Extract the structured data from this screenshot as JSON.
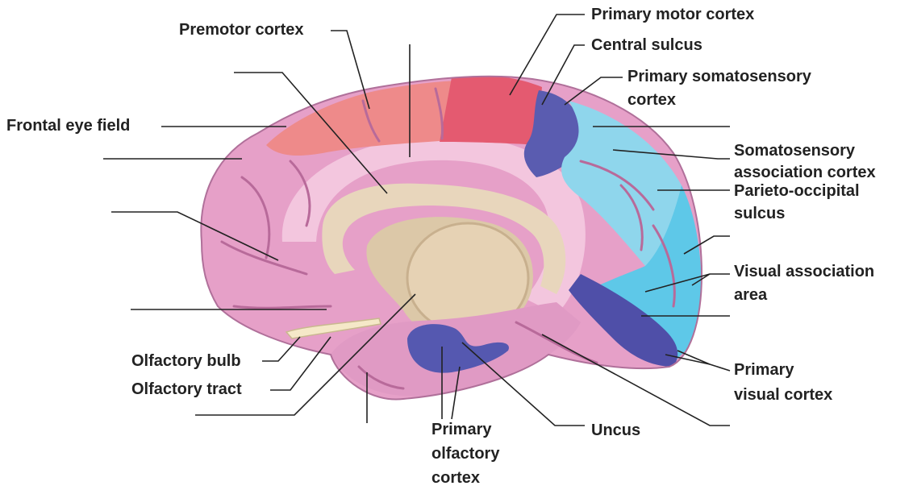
{
  "labels": {
    "premotor_cortex": "Premotor cortex",
    "primary_motor_cortex": "Primary motor cortex",
    "central_sulcus": "Central sulcus",
    "primary_somatosensory_cortex_1": "Primary somatosensory",
    "primary_somatosensory_cortex_2": "cortex",
    "frontal_eye_field": "Frontal eye field",
    "somatosensory_association_cortex_1": "Somatosensory",
    "somatosensory_association_cortex_2": "association cortex",
    "parieto_occipital_sulcus_1": "Parieto-occipital",
    "parieto_occipital_sulcus_2": "sulcus",
    "visual_association_area_1": "Visual association",
    "visual_association_area_2": "area",
    "primary_visual_cortex_1": "Primary",
    "primary_visual_cortex_2": "visual cortex",
    "olfactory_bulb": "Olfactory bulb",
    "olfactory_tract": "Olfactory tract",
    "uncus": "Uncus",
    "primary_olfactory_cortex_1": "Primary",
    "primary_olfactory_cortex_2": "olfactory",
    "primary_olfactory_cortex_3": "cortex"
  },
  "colors": {
    "cortex_pink": "#e6a0c8",
    "cortex_light_pink": "#f0c0dc",
    "premotor_salmon": "#ee8a8a",
    "motor_red": "#e45a70",
    "purple_blue": "#5a5cb0",
    "somatosensory_blue": "#8fd6ec",
    "visual_blue": "#5ec8e8",
    "corpus_tan": "#e8d6bc",
    "thalamus_tan": "#dcc8a8",
    "leader_line": "#222222"
  }
}
